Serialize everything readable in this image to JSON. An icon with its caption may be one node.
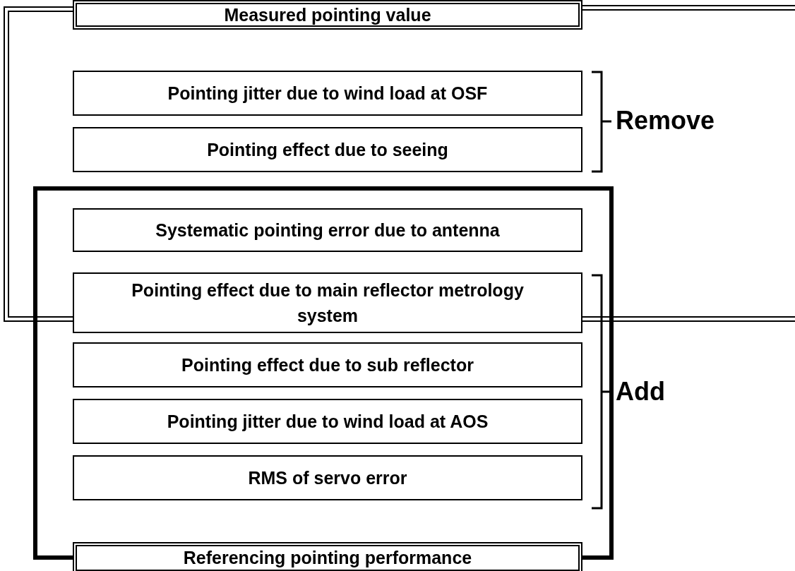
{
  "diagram": {
    "nodes": [
      {
        "text": [
          "Measured pointing value"
        ]
      },
      {
        "text": [
          "Pointing jitter due to wind load at OSF"
        ]
      },
      {
        "text": [
          "Pointing effect due to seeing"
        ]
      },
      {
        "text": [
          "Systematic pointing error due to antenna"
        ]
      },
      {
        "text": [
          "Pointing effect due to main reflector metrology system"
        ]
      },
      {
        "text": [
          "Pointing effect due to sub reflector"
        ]
      },
      {
        "text": [
          "Pointing jitter due to wind load at AOS"
        ]
      },
      {
        "text": [
          "RMS of servo error"
        ]
      },
      {
        "text": [
          "Referencing pointing performance"
        ]
      }
    ],
    "edges": [],
    "labels": [
      "Remove",
      "Add"
    ]
  }
}
